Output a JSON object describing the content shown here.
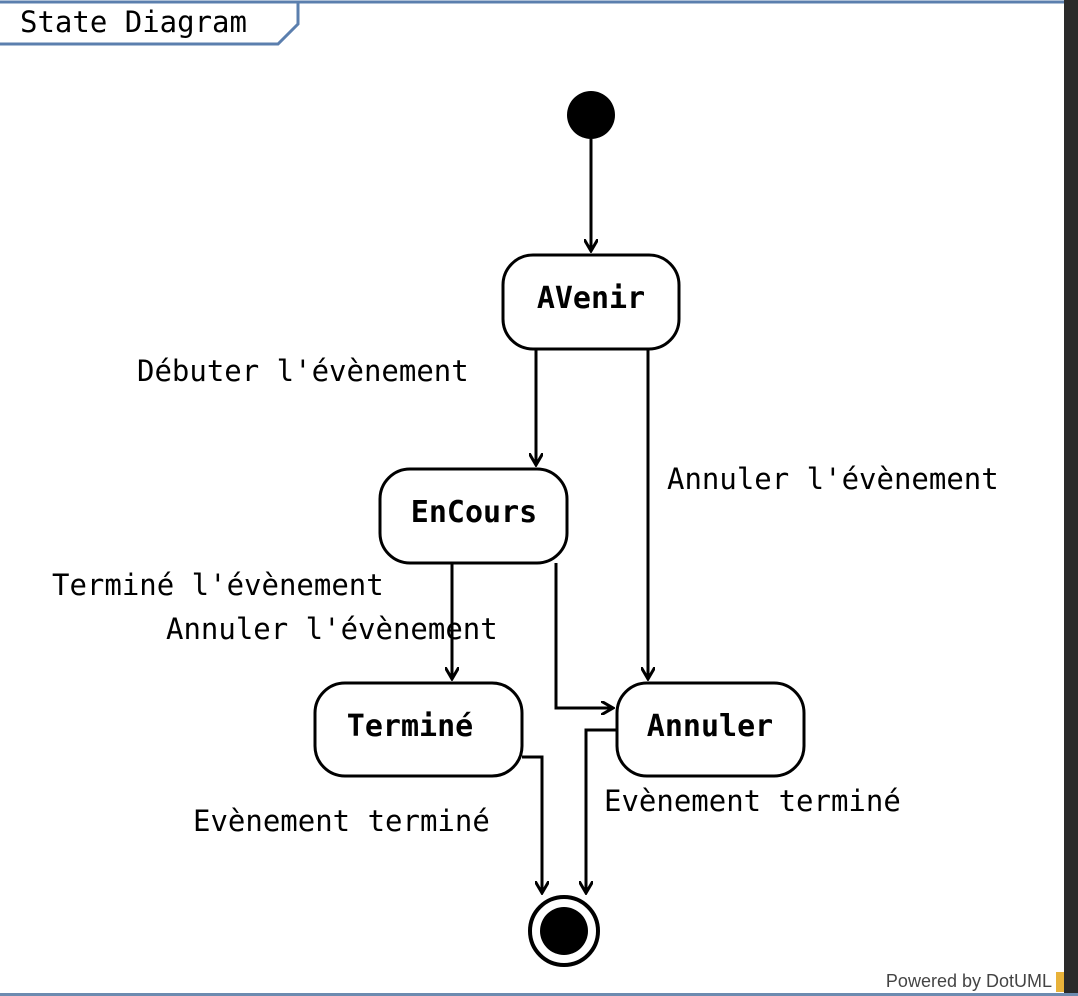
{
  "frame": {
    "title": "State Diagram"
  },
  "states": {
    "avenir": "AVenir",
    "encours": "EnCours",
    "termine": "Terminé",
    "annuler": "Annuler"
  },
  "transitions": {
    "avenir_to_encours": "Débuter l'évènement",
    "avenir_to_annuler": "Annuler l'évènement",
    "encours_to_termine": "Terminé l'évènement",
    "encours_to_annuler": "Annuler l'évènement",
    "termine_to_final": "Evènement terminé",
    "annuler_to_final": "Evènement terminé"
  },
  "watermark": {
    "text": "Powered by DotUML"
  },
  "colors": {
    "frame_border": "#5b7fae",
    "stroke": "#000000"
  }
}
